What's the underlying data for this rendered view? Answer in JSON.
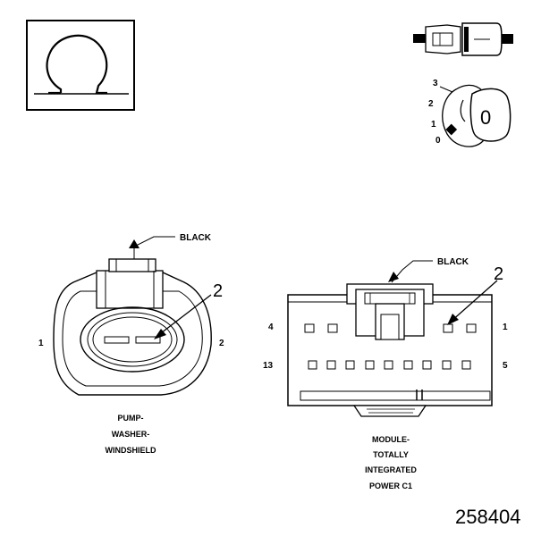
{
  "icons": {
    "ohm": "ohm-symbol-icon",
    "connector_probe": "connector-probe-icon",
    "selector_knob": "selector-knob-icon"
  },
  "knob": {
    "positions": [
      "3",
      "2",
      "1",
      "0"
    ],
    "selected": "0"
  },
  "left_connector": {
    "color_label": "BLACK",
    "pin_callout": "2",
    "pin_left": "1",
    "pin_right": "2",
    "name_lines": [
      "PUMP-",
      "WASHER-",
      "WINDSHIELD"
    ]
  },
  "right_connector": {
    "color_label": "BLACK",
    "pin_callout": "2",
    "pin_top_left": "4",
    "pin_top_right": "1",
    "pin_bottom_left": "13",
    "pin_bottom_right": "5",
    "name_lines": [
      "MODULE-",
      "TOTALLY",
      "INTEGRATED",
      "POWER C1"
    ]
  },
  "figure_number": "258404"
}
